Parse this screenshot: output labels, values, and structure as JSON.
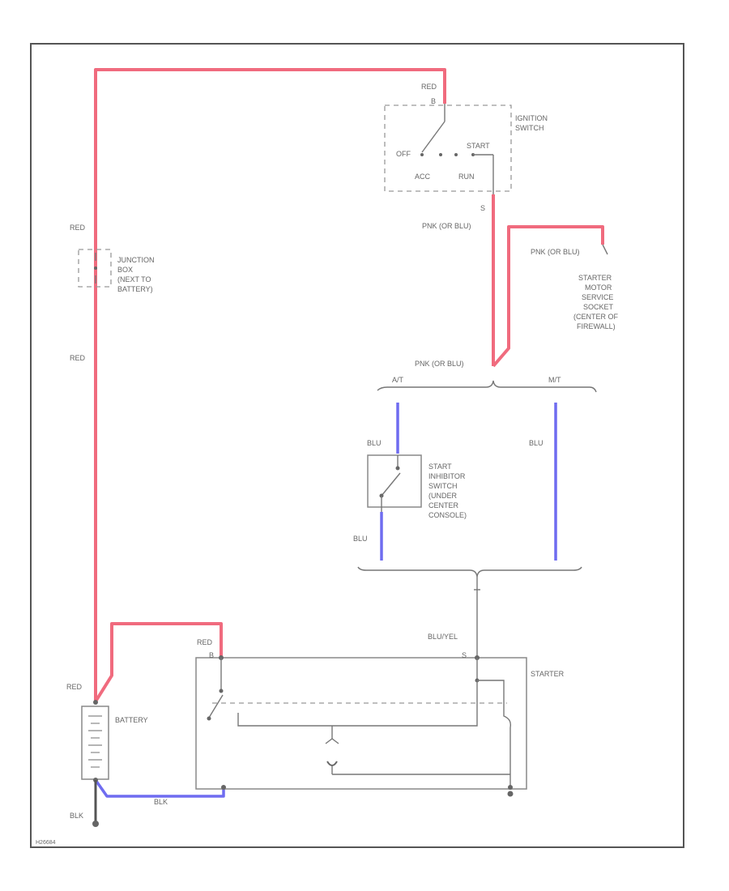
{
  "labels": {
    "ign_red": "RED",
    "ign_terminal_top": "B",
    "ign_title": [
      "IGNITION",
      "SWITCH"
    ],
    "ign_off": "OFF",
    "ign_start": "START",
    "ign_acc": "ACC",
    "ign_run": "RUN",
    "ign_terminal_bottom": "S",
    "pnk_blu_ign": "PNK (OR BLU)",
    "pnk_blu_socket": "PNK (OR BLU)",
    "socket_title": [
      "STARTER",
      "MOTOR",
      "SERVICE",
      "SOCKET",
      "(CENTER OF",
      "FIREWALL)"
    ],
    "pnk_blu_junction": "PNK (OR BLU)",
    "trans_at": "A/T",
    "trans_mt": "M/T",
    "blu_upper": "BLU",
    "blu_right": "BLU",
    "blu_lower": "BLU",
    "inhibitor_title": [
      "START",
      "INHIBITOR",
      "SWITCH",
      "(UNDER",
      "CENTER",
      "CONSOLE)"
    ],
    "junction_title": [
      "JUNCTION",
      "BOX",
      "(NEXT TO",
      "BATTERY)"
    ],
    "red_upper": "RED",
    "red_middle": "RED",
    "red_battery": "RED",
    "red_starter": "RED",
    "starter_b": "B",
    "starter_s": "S",
    "blu_yel": "BLU/YEL",
    "starter_title": "STARTER",
    "battery_title": "BATTERY",
    "blk_bottom": "BLK",
    "blk_ground": "BLK",
    "figure_code": "H26684"
  },
  "colors": {
    "red_wire": "#f06b7e",
    "blue_wire": "#6f6cf0",
    "line": "#777777"
  }
}
